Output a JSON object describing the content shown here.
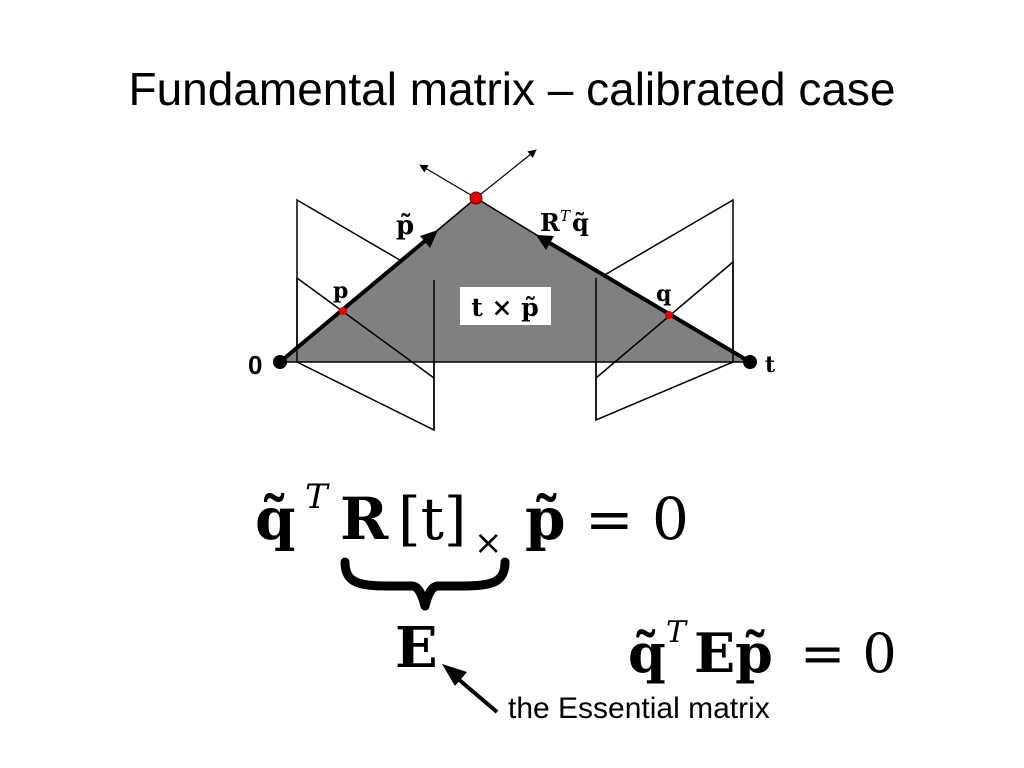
{
  "slide": {
    "title": "Fundamental matrix – calibrated case"
  },
  "diagram": {
    "label_origin": "0",
    "label_t": "t",
    "label_p": "p",
    "label_q": "q",
    "label_p_tilde": "p̃",
    "label_rt_base": "R",
    "label_rt_sup": "T",
    "label_q_tilde": "q̃",
    "label_cross": "t × p̃"
  },
  "equation1": {
    "q_tilde": "q̃",
    "sup_T": "T",
    "R": "R",
    "bracket_t": "[t]",
    "sub_x": "×",
    "p_tilde": "p̃",
    "equals_zero": "= 0"
  },
  "underbrace_label": "E",
  "equation2": {
    "q_tilde": "q̃",
    "sup_T": "T",
    "Ep": "Ep̃",
    "equals_zero": "= 0"
  },
  "caption": "the Essential matrix",
  "colors": {
    "plane_fill": "#808080",
    "point_red": "#e00000",
    "ink": "#000000"
  }
}
